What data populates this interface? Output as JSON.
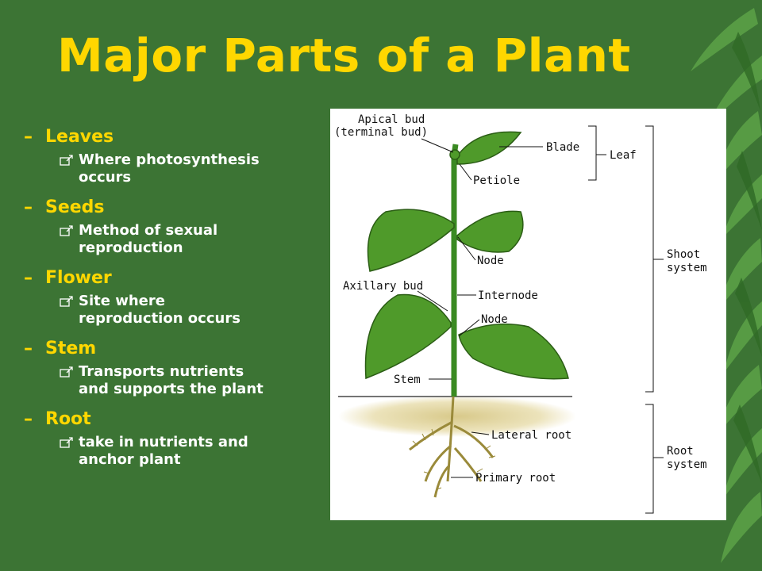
{
  "slide": {
    "title": "Major Parts of a Plant",
    "accent_color": "#ffd700",
    "background_color": "#3c7434"
  },
  "bullets": [
    {
      "heading": "Leaves",
      "detail": [
        "Where photosynthesis",
        "occurs"
      ]
    },
    {
      "heading": "Seeds",
      "detail": [
        "Method of sexual",
        "reproduction"
      ]
    },
    {
      "heading": "Flower",
      "detail": [
        "Site where",
        "reproduction occurs"
      ]
    },
    {
      "heading": "Stem",
      "detail": [
        "Transports nutrients",
        "and supports the plant"
      ]
    },
    {
      "heading": "Root",
      "detail": [
        "take in nutrients and",
        "anchor plant"
      ]
    }
  ],
  "diagram": {
    "labels": {
      "apical_bud": "Apical bud",
      "terminal_bud": "(terminal bud)",
      "blade": "Blade",
      "leaf": "Leaf",
      "petiole": "Petiole",
      "node": "Node",
      "axillary_bud": "Axillary bud",
      "internode": "Internode",
      "shoot": "Shoot",
      "system": "system",
      "stem": "Stem",
      "lateral_root": "Lateral root",
      "root": "Root",
      "primary_root": "Primary root"
    }
  }
}
